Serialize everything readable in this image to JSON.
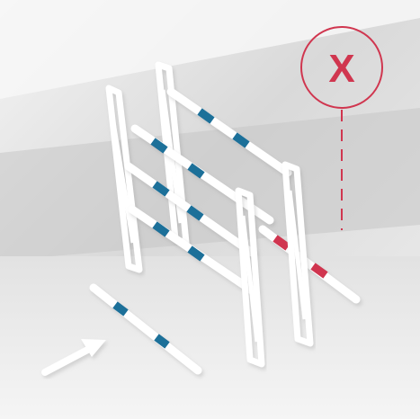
{
  "diagram": {
    "fault_marker": {
      "label": "X"
    },
    "colors": {
      "background_light": "#f3f3f3",
      "background_mid": "#dcdcdc",
      "background_dark": "#bdbdbd",
      "floor": "#ececec",
      "frame": "#ffffff",
      "frame_shadow": "#c9c9c9",
      "stripe_blue": "#1f6f99",
      "stripe_red": "#d0364f",
      "fault_marker": "#d0364f",
      "arrow": "#ffffff"
    },
    "elements": {
      "approach_arrow": "approach-arrow-icon",
      "ground_pole": "ground-pole",
      "jump": "double-oxer-jump",
      "knocked_rail": "knocked-down-rail",
      "fault_marker": "fault-marker-circle"
    }
  }
}
